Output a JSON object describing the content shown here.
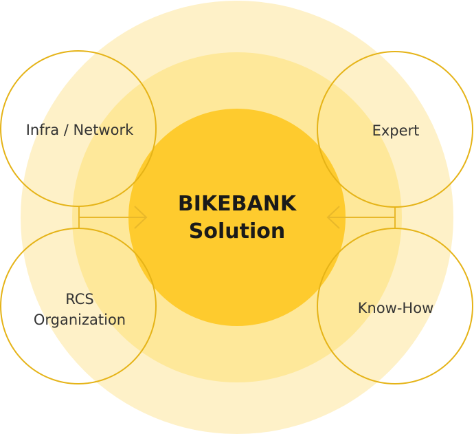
{
  "center": {
    "line1": "BIKEBANK",
    "line2": "Solution"
  },
  "satellites": {
    "top_left": {
      "label": "Infra / Network"
    },
    "top_right": {
      "label": "Expert"
    },
    "bottom_left": {
      "line1": "RCS",
      "line2": "Organization"
    },
    "bottom_right": {
      "label": "Know-How"
    }
  },
  "colors": {
    "outer_ring": "#fef1c8",
    "middle_ring": "#fee89a",
    "core": "#fecb2e",
    "outline": "#e5b317",
    "connector": "#e8b82a"
  }
}
